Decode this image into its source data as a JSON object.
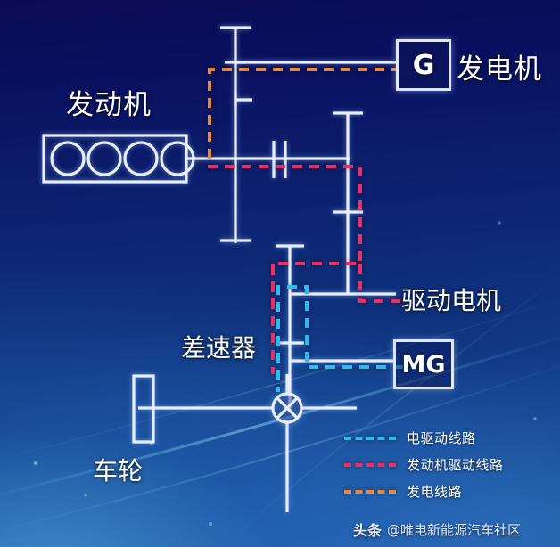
{
  "diagram": {
    "title_hidden": "",
    "components": [
      {
        "id": "engine",
        "label": "发动机",
        "kind": "engine-block",
        "cylinders": 4
      },
      {
        "id": "generator",
        "label": "发电机",
        "box_text": "G"
      },
      {
        "id": "drive-motor",
        "label": "驱动电机",
        "box_text": "MG"
      },
      {
        "id": "differential",
        "label": "差速器",
        "kind": "cross-circle"
      },
      {
        "id": "wheel",
        "label": "车轮",
        "kind": "rect"
      }
    ],
    "labels": {
      "engine": "发动机",
      "generator": "发电机",
      "drive_motor": "驱动电机",
      "differential": "差速器",
      "wheel": "车轮"
    },
    "boxes": {
      "generator_text": "G",
      "motor_text": "MG"
    }
  },
  "legend": {
    "items": [
      {
        "label": "电驱动线路",
        "color": "#2bbdf0",
        "name": "electric-drive-path"
      },
      {
        "label": "发动机驱动线路",
        "color": "#ef2f63",
        "name": "engine-drive-path"
      },
      {
        "label": "发电线路",
        "color": "#e8893a",
        "name": "generation-path"
      }
    ]
  },
  "watermark": {
    "platform": "头条",
    "handle": "@唯电新能源汽车社区"
  },
  "colors": {
    "shaft": "#e9eefb",
    "electric": "#2bbdf0",
    "engine_drive": "#ef2f63",
    "generation": "#e8893a",
    "background_top": "#0b0b52",
    "background_bottom": "#1f63ae"
  }
}
